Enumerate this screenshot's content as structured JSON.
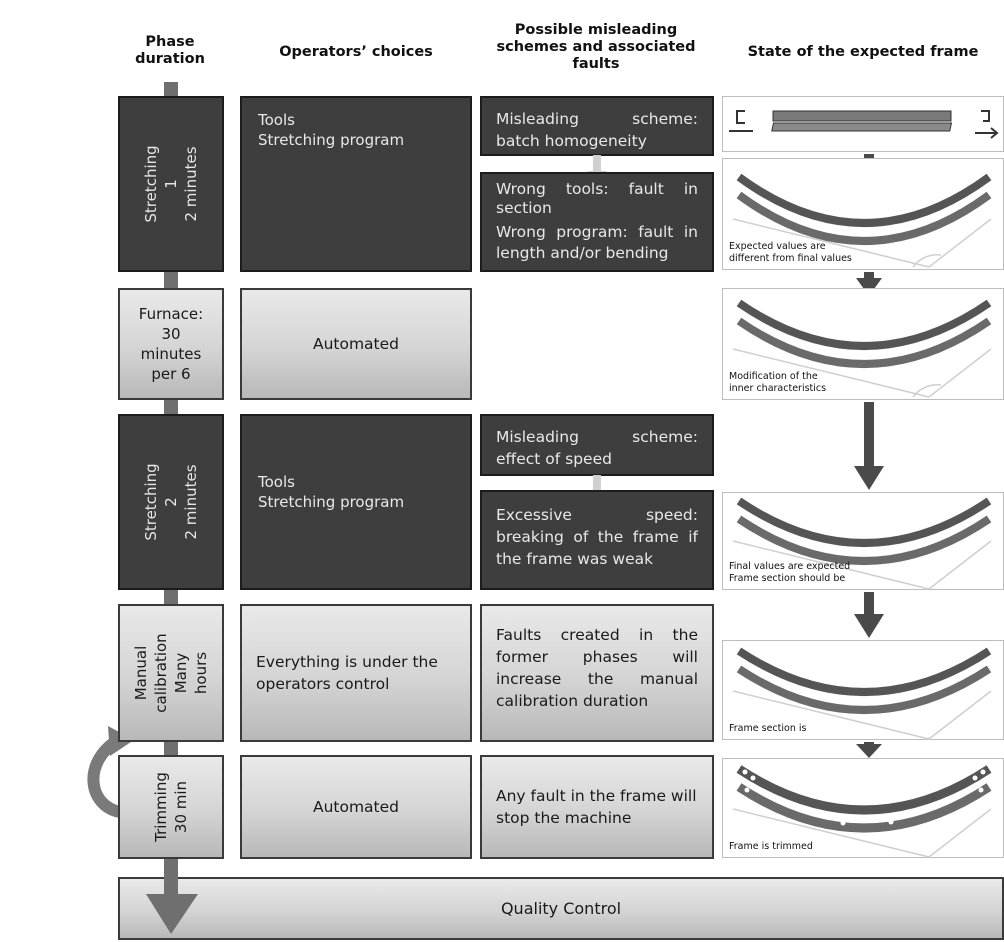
{
  "headers": {
    "phase": "Phase\nduration",
    "choices": "Operators’ choices",
    "schemes": "Possible misleading\nschemes and associated\nfaults",
    "frame": "State of the expected frame"
  },
  "phases": {
    "stretching1": "Stretching 1\n2 minutes",
    "furnace": "Furnace:\n30\nminutes\nper 6",
    "stretching2": "Stretching 2\n2 minutes",
    "calibration": "Manual\ncalibration\nMany hours",
    "trimming": "Trimming\n30 min"
  },
  "choices": {
    "stretching1": "Tools\nStretching program",
    "furnace": "Automated",
    "stretching2": "Tools\nStretching program",
    "calibration": "Everything is under the operators control",
    "trimming": "Automated"
  },
  "schemes": {
    "s1_scheme": "Misleading scheme: batch homogeneity",
    "s1_fault_tools": "Wrong tools: fault in section",
    "s1_fault_program": "Wrong program: fault in length and/or bending",
    "s2_scheme": "Misleading scheme: effect of speed",
    "s2_fault": "Excessive speed: breaking of the frame if the frame was weak",
    "calibration": "Faults created in the former phases will increase the manual calibration duration",
    "trimming": "Any fault in the frame will stop the machine"
  },
  "frame_captions": {
    "stretching1": "Expected values are\ndifferent from final values",
    "furnace": "Modification of the\ninner characteristics",
    "stretching2": "Final values are expected\nFrame section should be",
    "calibration": "Frame section is",
    "trimming": "Frame is trimmed"
  },
  "footer": "Quality Control"
}
